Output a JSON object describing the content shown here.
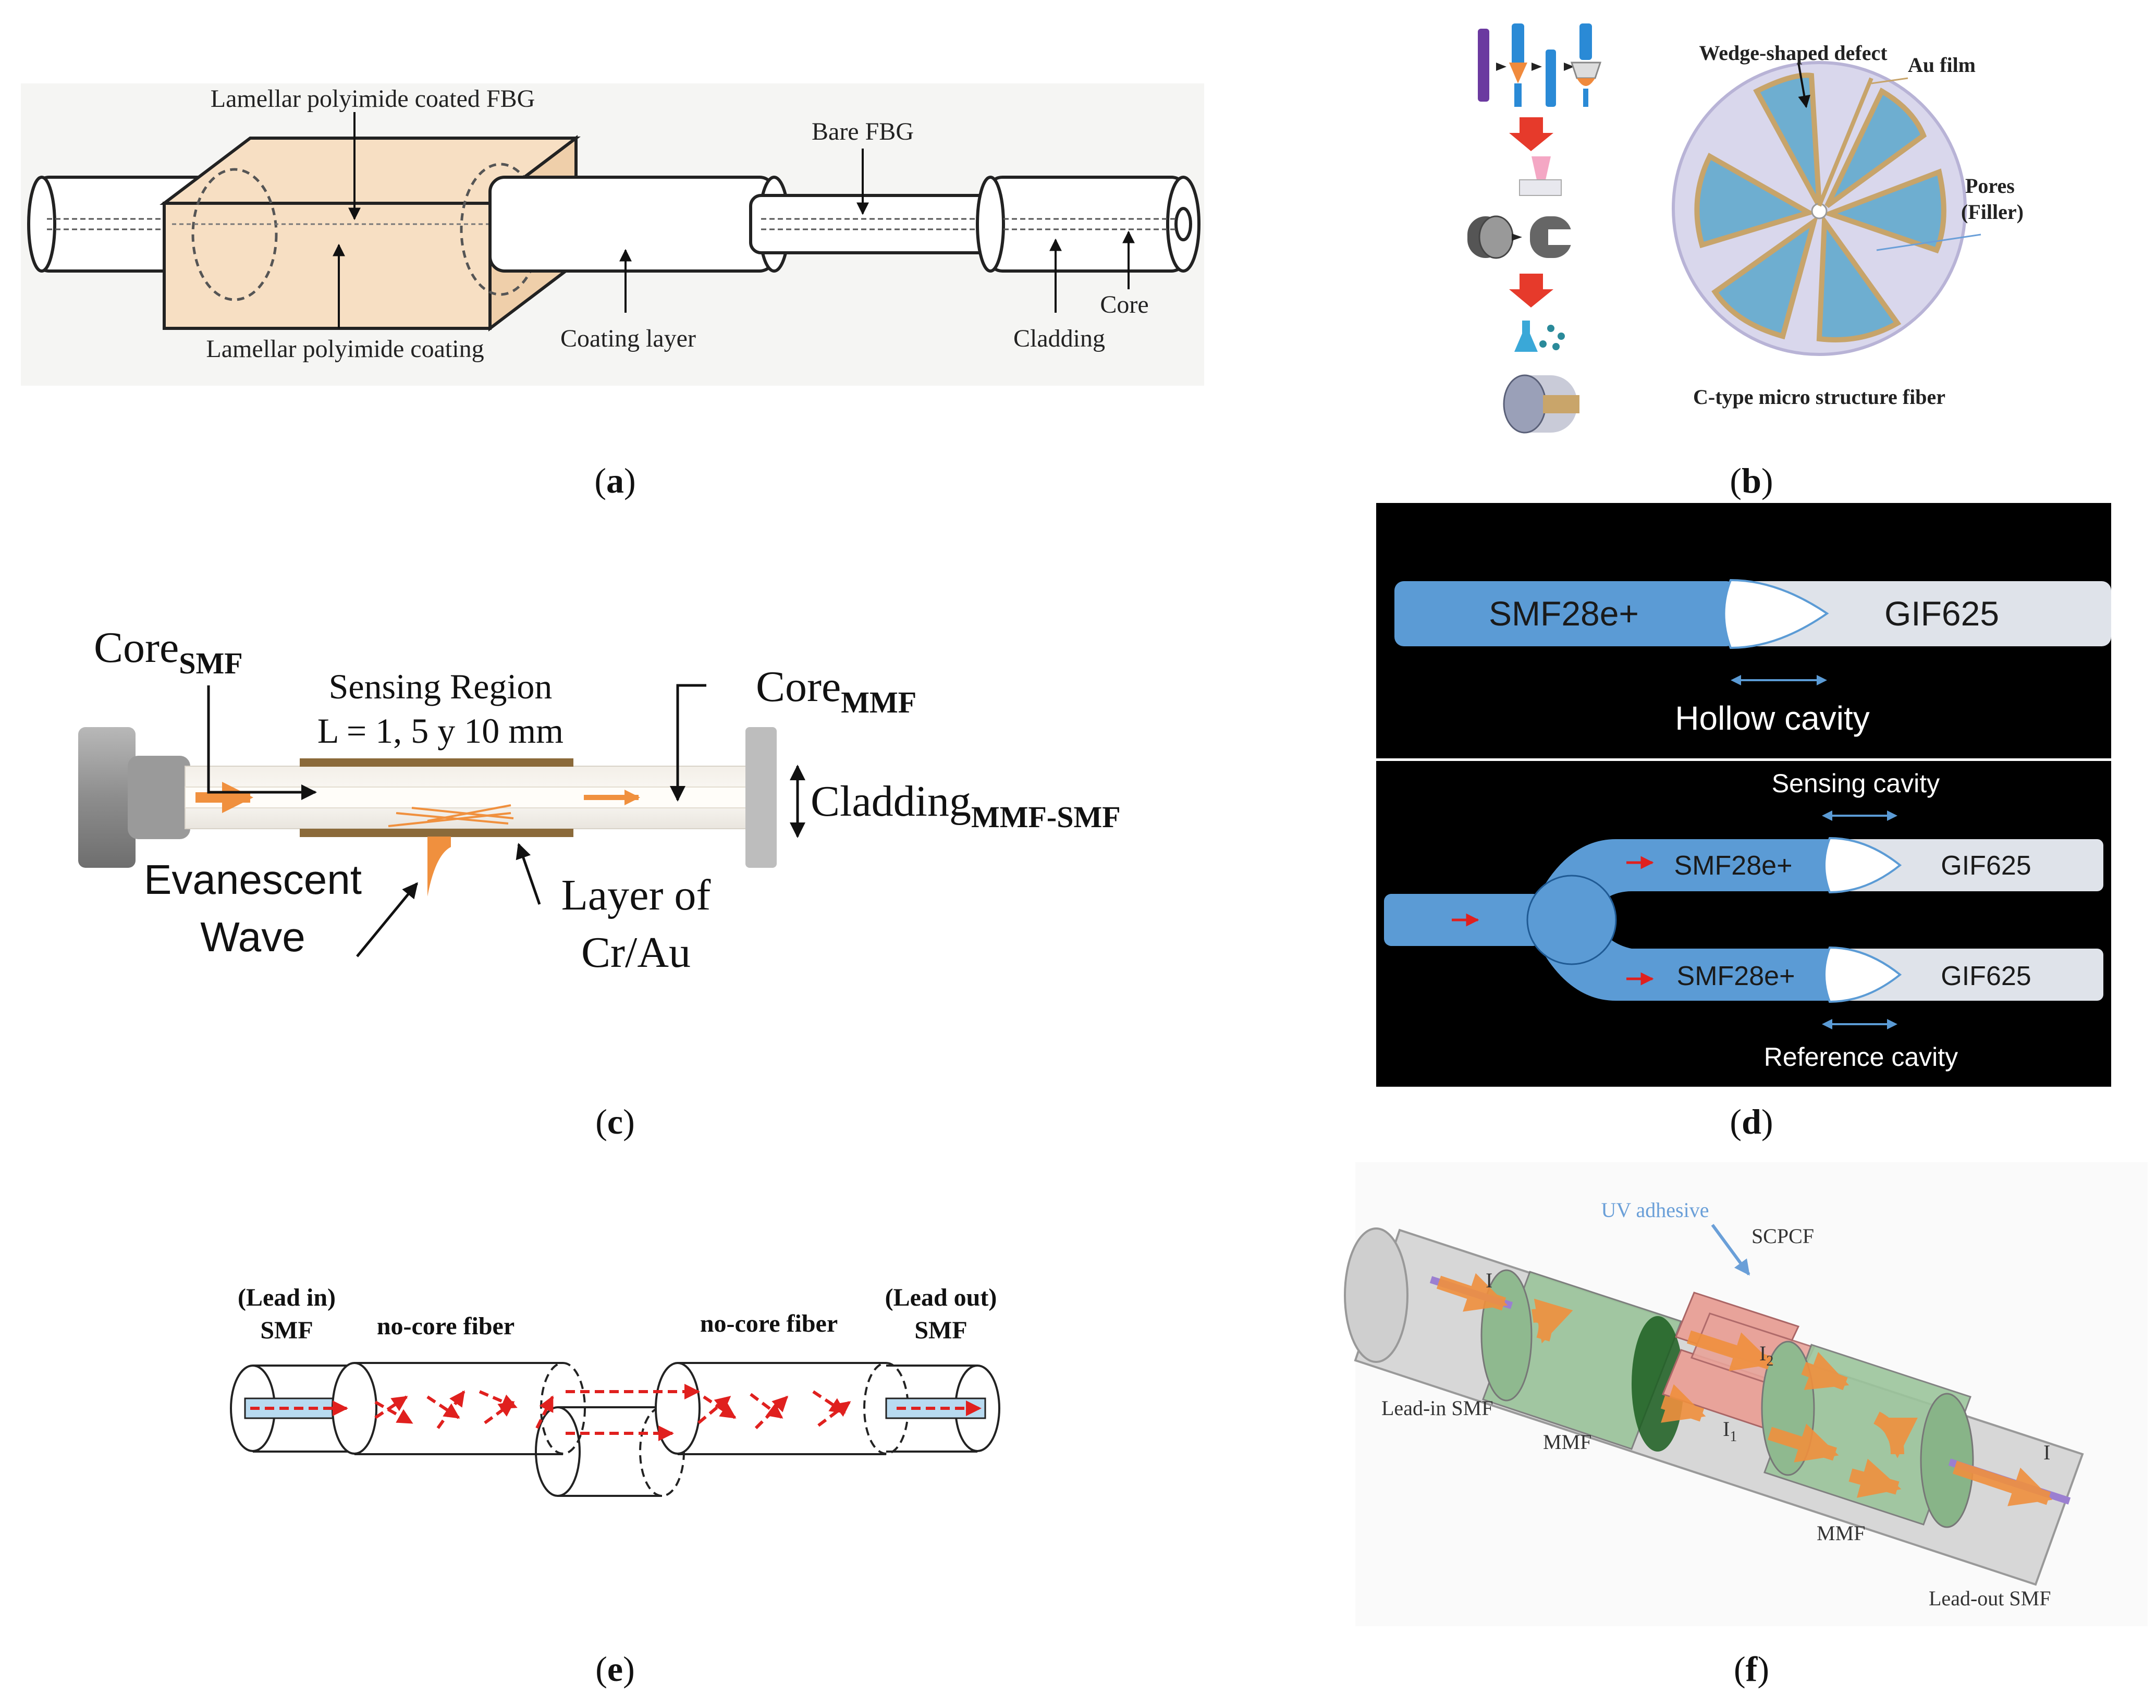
{
  "panels": {
    "a": {
      "label": "a",
      "lamellar_coated_fbg": "Lamellar polyimide coated FBG",
      "bare_fbg": "Bare FBG",
      "lamellar_coating": "Lamellar polyimide coating",
      "coating_layer": "Coating layer",
      "cladding": "Cladding",
      "core": "Core"
    },
    "b": {
      "label": "b",
      "wedge_defect": "Wedge-shaped defect",
      "au_film": "Au film",
      "pores": "Pores",
      "filler": "(Filler)",
      "caption": "C-type micro structure fiber"
    },
    "c": {
      "label": "c",
      "core_smf": "Core",
      "core_smf_sub": "SMF",
      "sensing_region": "Sensing Region",
      "length": "L = 1, 5 y 10 mm",
      "core_mmf": "Core",
      "core_mmf_sub": "MMF",
      "cladding": "Cladding",
      "cladding_sub": "MMF-SMF",
      "evanescent_1": "Evanescent",
      "evanescent_2": "Wave",
      "layer_1": "Layer of",
      "layer_2": "Cr/Au"
    },
    "d": {
      "label": "d",
      "top_left_fiber": "SMF28e+",
      "top_right_fiber": "GIF625",
      "hollow_cavity": "Hollow cavity",
      "sensing_cavity": "Sensing cavity",
      "upper_left_fiber": "SMF28e+",
      "upper_right_fiber": "GIF625",
      "lower_left_fiber": "SMF28e+",
      "lower_right_fiber": "GIF625",
      "reference_cavity": "Reference cavity"
    },
    "e": {
      "label": "e",
      "lead_in_1": "(Lead in)",
      "lead_in_2": "SMF",
      "no_core_1": "no-core fiber",
      "no_core_2": "no-core fiber",
      "lead_out_1": "(Lead out)",
      "lead_out_2": "SMF"
    },
    "f": {
      "label": "f",
      "uv_adhesive": "UV adhesive",
      "scpcf": "SCPCF",
      "i_in": "I",
      "i2": "I",
      "i2_sub": "2",
      "lead_in_smf": "Lead-in SMF",
      "mmf_1": "MMF",
      "i1": "I",
      "i1_sub": "1",
      "i_out": "I",
      "mmf_2": "MMF",
      "lead_out_smf": "Lead-out SMF"
    }
  },
  "colors": {
    "coating_tan": "#f7dfc3",
    "fiber_blue": "#5b9bd5",
    "fiber_light": "#dfe3ea",
    "light_orange": "#f08a3c",
    "gold_layer": "#8b6a3a",
    "dark_panel": "#000000",
    "uv_blue": "#6a9fd8",
    "arrow_red": "#e0201e",
    "mmf_green": "#9cc59c"
  }
}
